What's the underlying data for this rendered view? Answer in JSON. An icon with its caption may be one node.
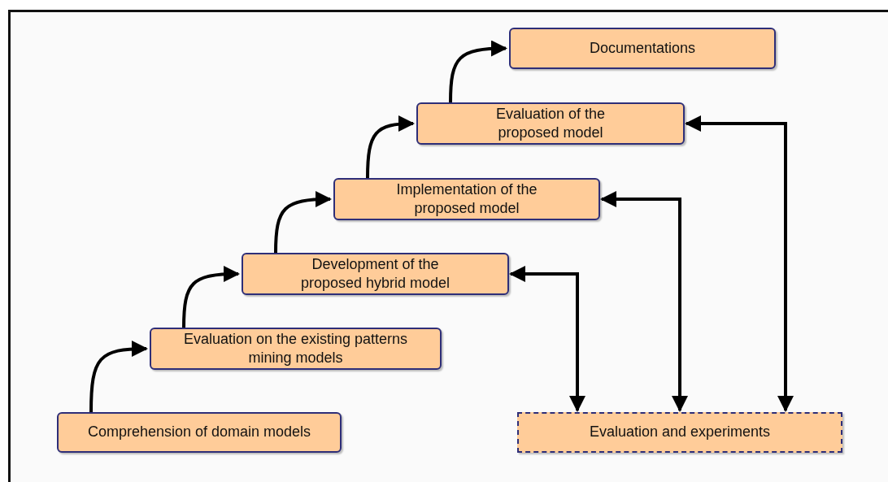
{
  "diagram": {
    "nodes": [
      {
        "text": [
          "Comprehension of domain models"
        ]
      },
      {
        "text": [
          "Evaluation on the existing patterns mining models"
        ]
      },
      {
        "text": [
          "Development of the proposed hybrid model"
        ]
      },
      {
        "text": [
          "Implementation of the proposed model"
        ]
      },
      {
        "text": [
          "Evaluation of the proposed model"
        ]
      },
      {
        "text": [
          "Documentations"
        ]
      },
      {
        "text": [
          "Evaluation and experiments"
        ]
      }
    ],
    "edges": [
      {
        "from": 0,
        "to": 1,
        "arrow": "to"
      },
      {
        "from": 1,
        "to": 2,
        "arrow": "to"
      },
      {
        "from": 2,
        "to": 3,
        "arrow": "to"
      },
      {
        "from": 3,
        "to": 4,
        "arrow": "to"
      },
      {
        "from": 4,
        "to": 5,
        "arrow": "to"
      },
      {
        "from": 2,
        "to": 6,
        "arrow": "both"
      },
      {
        "from": 3,
        "to": 6,
        "arrow": "both"
      },
      {
        "from": 4,
        "to": 6,
        "arrow": "both"
      }
    ]
  }
}
